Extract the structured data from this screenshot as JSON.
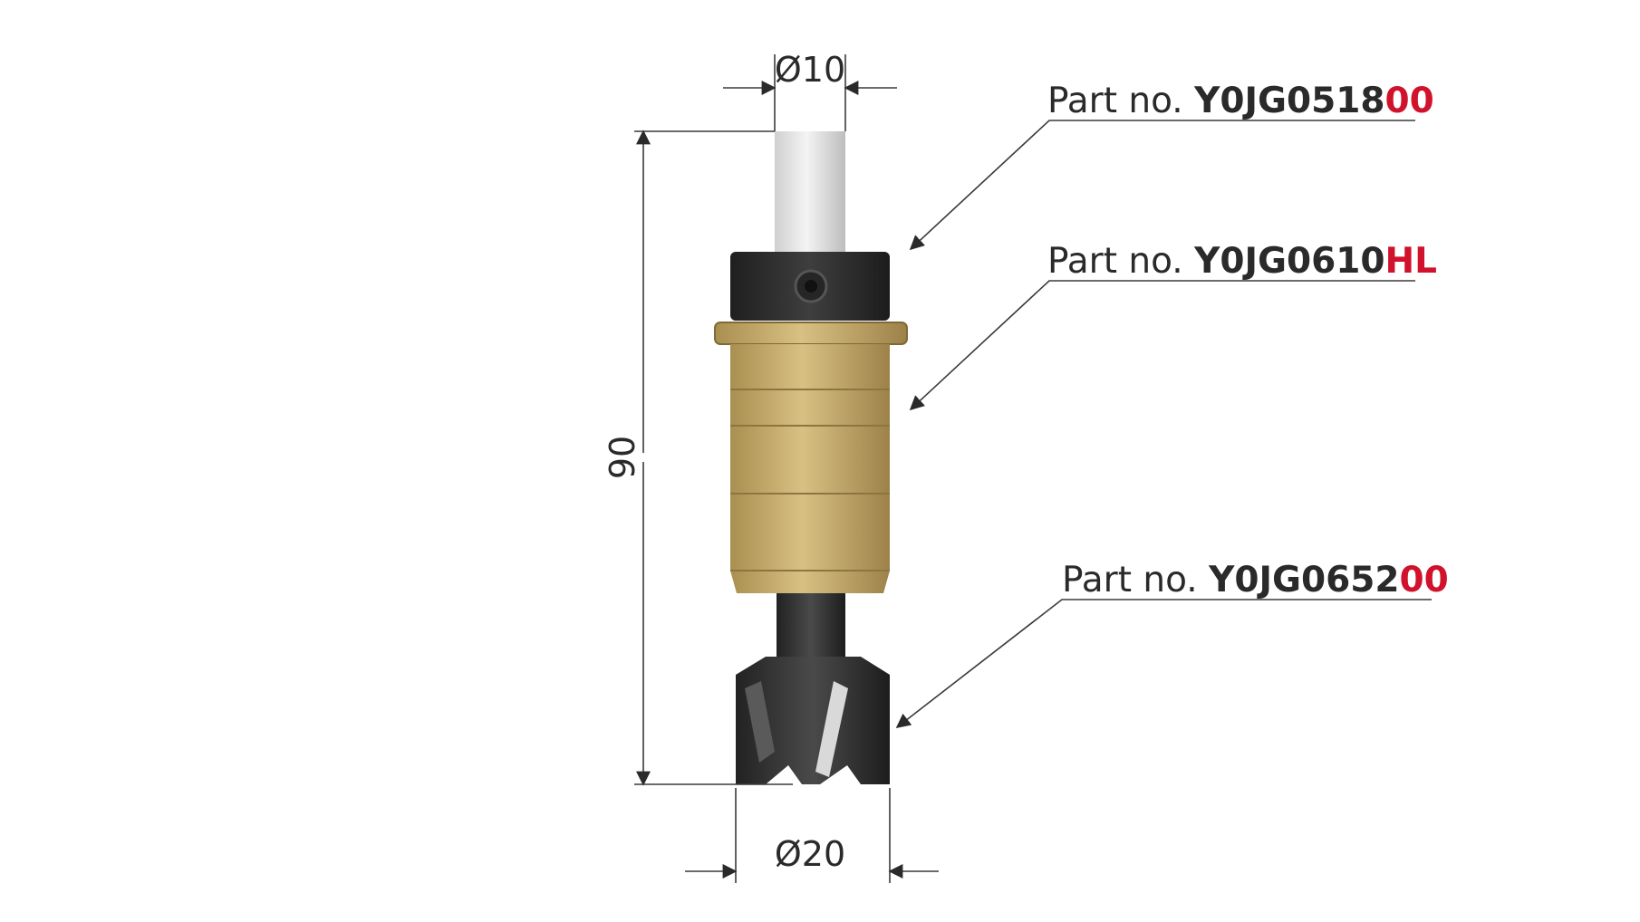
{
  "dimensions": {
    "top_diameter": "Ø10",
    "bottom_diameter": "Ø20",
    "overall_length": "90"
  },
  "parts": [
    {
      "label": "Part no.",
      "code_main": "Y0JG0518",
      "code_suffix": "00"
    },
    {
      "label": "Part no.",
      "code_main": "Y0JG0610",
      "code_suffix": "HL"
    },
    {
      "label": "Part no.",
      "code_main": "Y0JG0652",
      "code_suffix": "00"
    }
  ],
  "colors": {
    "suffix_red": "#d0122c",
    "line": "#3a3a3a",
    "shank": "#e6e6e6",
    "collar": "#2f2f2f",
    "sleeve": "#c7ad6d",
    "bit": "#333333"
  }
}
